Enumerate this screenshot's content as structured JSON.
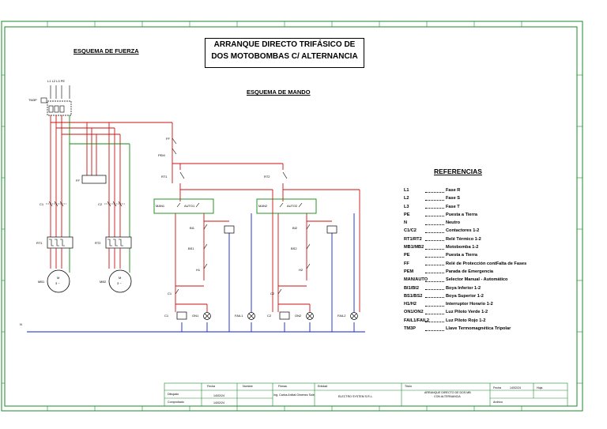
{
  "title": {
    "line1": "ARRANQUE DIRECTO   TRIFÁSICO DE",
    "line2": "DOS MOTOBOMBAS  C/ ALTERNANCIA"
  },
  "sections": {
    "power": "ESQUEMA DE FUERZA",
    "control": "ESQUEMA DE MANDO",
    "references": "REFERENCIAS"
  },
  "references": [
    {
      "code": "L1",
      "desc": "Fase R"
    },
    {
      "code": "L2",
      "desc": "Fase S"
    },
    {
      "code": "L3",
      "desc": "Fase T"
    },
    {
      "code": "PE",
      "desc": "Puesta a Tierra"
    },
    {
      "code": "N",
      "desc": "Neutro"
    },
    {
      "code": "C1/C2",
      "desc": "Contactores 1-2"
    },
    {
      "code": "RT1/RT2",
      "desc": "Relé Térmico 1-2"
    },
    {
      "code": "MB1/MB2",
      "desc": "Motobomba 1-2"
    },
    {
      "code": "PE",
      "desc": "Puesta a Tierra"
    },
    {
      "code": "FF",
      "desc": "Relé de Protección contFalta de Fases"
    },
    {
      "code": "PEM",
      "desc": "Parada de Emergencia"
    },
    {
      "code": "MAN/AUTO",
      "desc": "Selector Manual - Automático"
    },
    {
      "code": "BI1/BI2",
      "desc": "Boya Inferior 1-2"
    },
    {
      "code": "BS1/BS2",
      "desc": "Boya Superior 1-2"
    },
    {
      "code": "H1/H2",
      "desc": "Interruptor Horario 1-2"
    },
    {
      "code": "ON1/ON2",
      "desc": "Luz Piloto Verde 1-2"
    },
    {
      "code": "FAIL1/FAIL2",
      "desc": "Luz Piloto Rojo 1-2"
    },
    {
      "code": "TM3P",
      "desc": "Llave Termomagnética Tripolar"
    }
  ],
  "power_labels": {
    "lines": [
      "L1",
      "L2",
      "L3",
      "PE"
    ],
    "breaker": "TM3P",
    "c1": "C1",
    "c2": "C2",
    "rt1": "RT1",
    "rt2": "RT2",
    "mb1": "MB1",
    "mb2": "MB2",
    "ff": "FF",
    "motor_m": "M",
    "motor_sym": "3 ~"
  },
  "control_labels": {
    "ff": "FF",
    "pem": "PEM",
    "rt1": "RT1",
    "rt2": "RT2",
    "man1": "MAN1",
    "auto1": "AUTO1",
    "man2": "MAN2",
    "auto2": "AUTO2",
    "bi1": "BI1",
    "bs1": "BS1",
    "h1": "H1",
    "bi2": "BI2",
    "bs2": "BS2",
    "h2": "H2",
    "c1": "C1",
    "c2": "C2",
    "on1": "ON1",
    "fail1": "FAIL1",
    "on2": "ON2",
    "fail2": "FAIL2",
    "n": "N"
  },
  "title_block": {
    "fecha_h": "Fecha",
    "nombre_h": "Nombre",
    "firmas_h": "Firmas",
    "entidad_h": "Entidad",
    "titulo_h": "Título",
    "fecha2_h": "Fecha",
    "fecha2_v": "14/02/24",
    "hoja_h": "Hoja",
    "dibujado": "Dibujado",
    "comprobado": "Comprobado",
    "date1": "14/02/24",
    "date2": "14/02/24",
    "designer": "Ing. Carlos Anibal Giménez Sole",
    "entity": "ELECTRO SYSTEM S.R.L.",
    "project1": "ARRANQUE DIRECTO DE DOS MB",
    "project2": "CON ALTERNANCIA",
    "archivo_h": "Archivo"
  },
  "colors": {
    "red": "#cc1111",
    "blue": "#1122cc",
    "green": "#118811",
    "frame": "#1a8a2a",
    "black": "#000000"
  }
}
